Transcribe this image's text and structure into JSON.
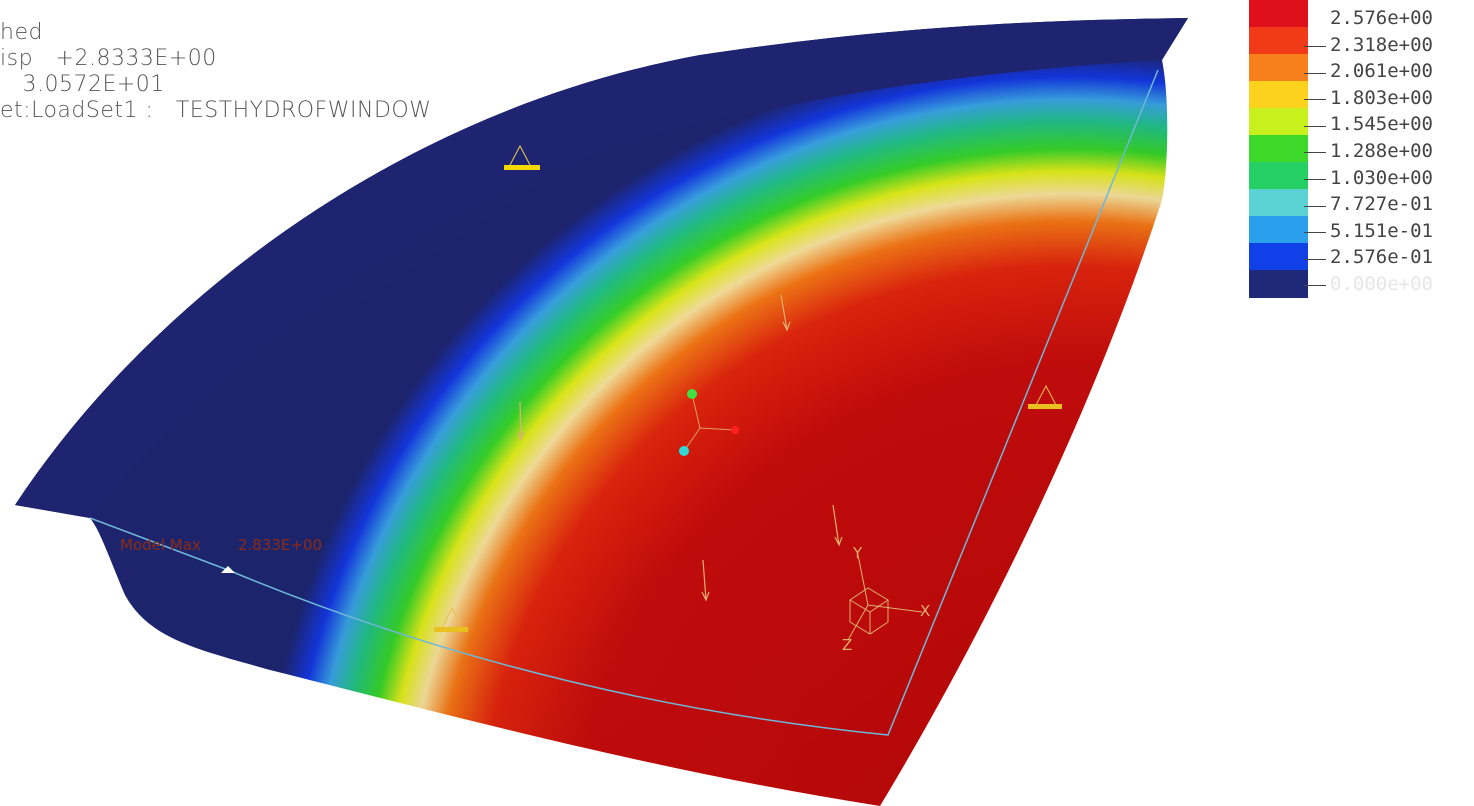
{
  "header": {
    "lines": [
      "hed",
      "isp   +2.8333E+00",
      "   3.0572E+01",
      "et:LoadSet1 :   TESTHYDROFWINDOW"
    ]
  },
  "legend": {
    "ticks": [
      "2.576e+00",
      "2.318e+00",
      "2.061e+00",
      "1.803e+00",
      "1.545e+00",
      "1.288e+00",
      "1.030e+00",
      "7.727e-01",
      "5.151e-01",
      "2.576e-01",
      "0.000e+00"
    ],
    "colors": [
      "#e0101a",
      "#f03a18",
      "#f8801c",
      "#fcd21e",
      "#c8f01c",
      "#3cd82a",
      "#24d064",
      "#5ad2d4",
      "#2aa0ec",
      "#1040e8",
      "#1e2a78"
    ]
  },
  "annotation": {
    "model_max_label": "Model Max",
    "model_max_value": "2.833E+00"
  },
  "triad": {
    "x_label": "X",
    "y_label": "Y",
    "z_label": "Z"
  },
  "colors": {
    "surface_red": "#c80a0a",
    "edge_blue": "#1a1e5a",
    "outline": "#6fb8d8",
    "marker_yellow": "#f5d800"
  }
}
